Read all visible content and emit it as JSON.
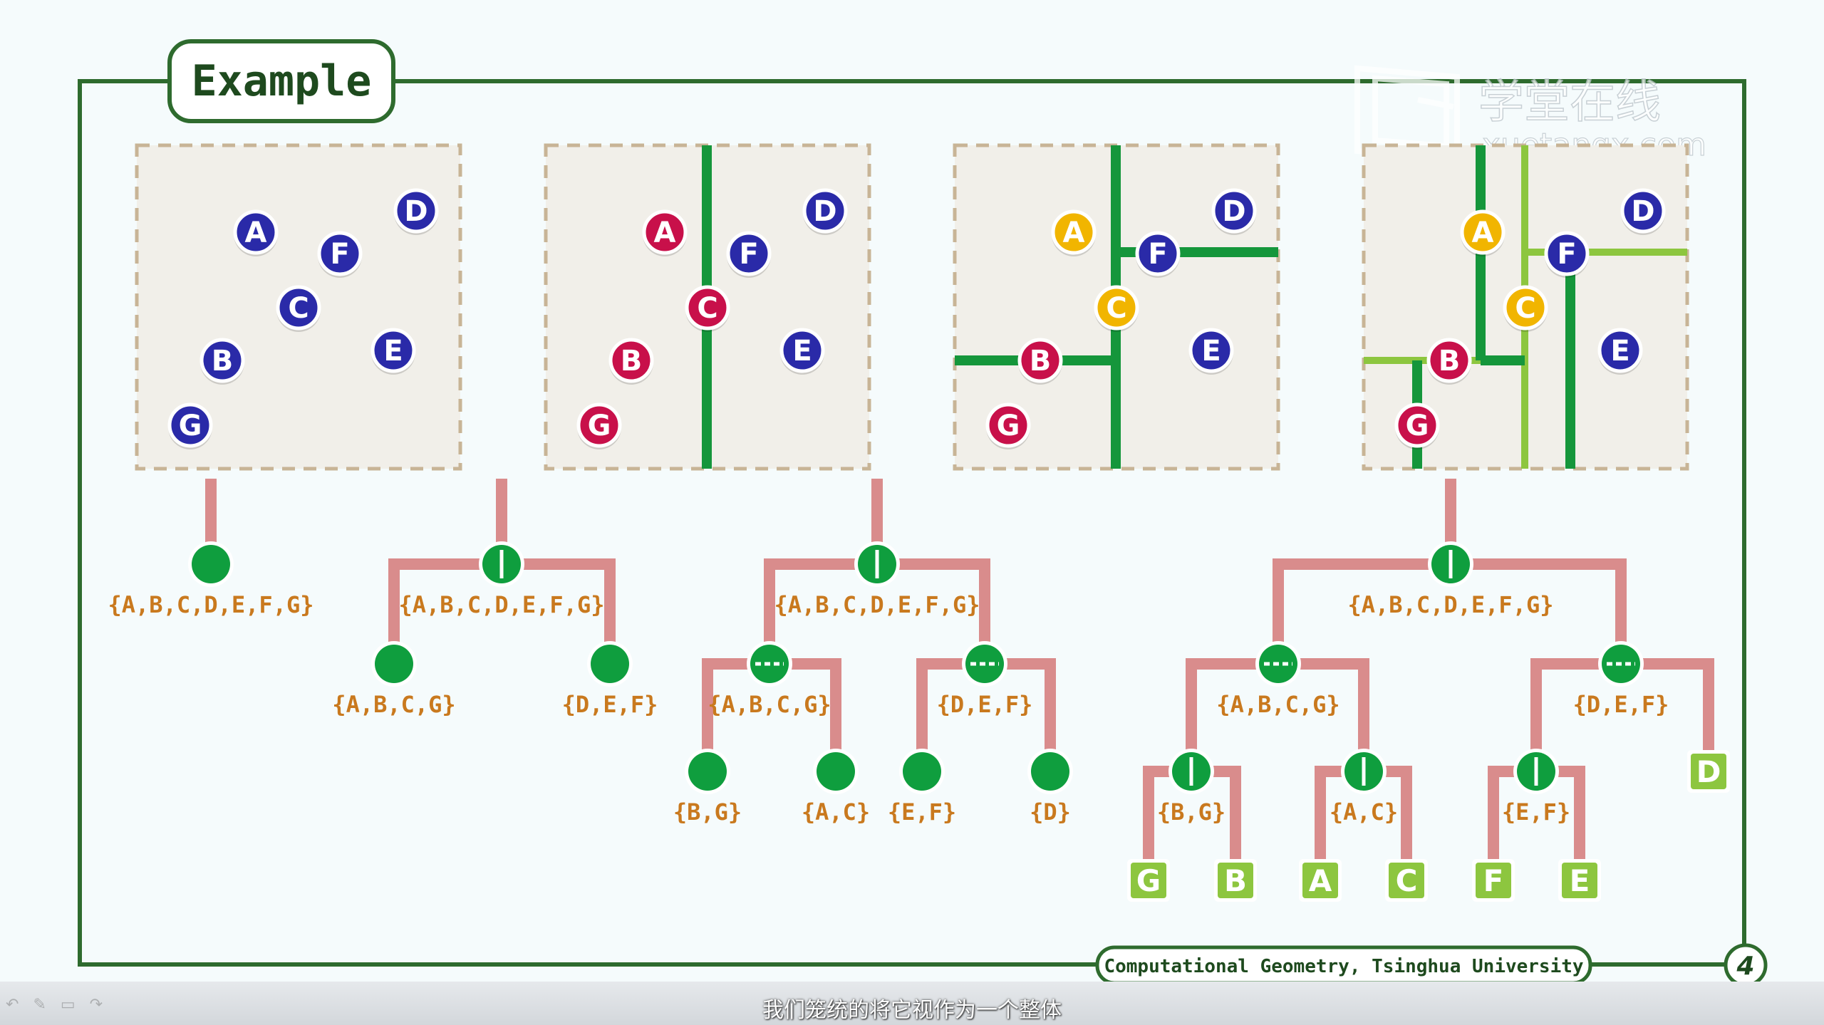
{
  "slide": {
    "title": "Example",
    "footer": "Computational Geometry, Tsinghua University",
    "page_number": "4"
  },
  "watermark": {
    "brand_cn": "学堂在线",
    "brand_url": "xuetangx.com"
  },
  "subtitle": "我们笼统的将它视作为一个整体",
  "colors": {
    "frame": "#2e6b2e",
    "panel_bg": "#f1efe9",
    "panel_border": "#c8b496",
    "point_blue": "#2a2aa8",
    "point_red": "#c8104a",
    "point_yellow": "#f1b500",
    "split_dark": "#15963b",
    "split_light": "#8dc63f",
    "tree_edge": "#d98c8c",
    "tree_node": "#0f9e3e",
    "set_text": "#c9791e",
    "leaf": "#8dc63f"
  },
  "panels": [
    {
      "points": [
        {
          "label": "A",
          "color": "blue"
        },
        {
          "label": "D",
          "color": "blue"
        },
        {
          "label": "F",
          "color": "blue"
        },
        {
          "label": "C",
          "color": "blue"
        },
        {
          "label": "B",
          "color": "blue"
        },
        {
          "label": "E",
          "color": "blue"
        },
        {
          "label": "G",
          "color": "blue"
        }
      ]
    },
    {
      "points": [
        {
          "label": "A",
          "color": "red"
        },
        {
          "label": "D",
          "color": "blue"
        },
        {
          "label": "F",
          "color": "blue"
        },
        {
          "label": "C",
          "color": "red"
        },
        {
          "label": "B",
          "color": "red"
        },
        {
          "label": "E",
          "color": "blue"
        },
        {
          "label": "G",
          "color": "red"
        }
      ]
    },
    {
      "points": [
        {
          "label": "A",
          "color": "yellow"
        },
        {
          "label": "D",
          "color": "blue"
        },
        {
          "label": "F",
          "color": "blue"
        },
        {
          "label": "C",
          "color": "yellow"
        },
        {
          "label": "B",
          "color": "red"
        },
        {
          "label": "E",
          "color": "blue"
        },
        {
          "label": "G",
          "color": "red"
        }
      ]
    },
    {
      "points": [
        {
          "label": "A",
          "color": "yellow"
        },
        {
          "label": "D",
          "color": "blue"
        },
        {
          "label": "F",
          "color": "blue"
        },
        {
          "label": "C",
          "color": "yellow"
        },
        {
          "label": "B",
          "color": "red"
        },
        {
          "label": "E",
          "color": "blue"
        },
        {
          "label": "G",
          "color": "red"
        }
      ]
    }
  ],
  "trees": [
    {
      "nodes": [
        {
          "label": "{A,B,C,D,E,F,G}",
          "kind": "node"
        }
      ]
    },
    {
      "nodes": [
        {
          "label": "{A,B,C,D,E,F,G}",
          "kind": "vsplit"
        },
        {
          "label": "{A,B,C,G}",
          "kind": "node"
        },
        {
          "label": "{D,E,F}",
          "kind": "node"
        }
      ]
    },
    {
      "nodes": [
        {
          "label": "{A,B,C,D,E,F,G}",
          "kind": "vsplit"
        },
        {
          "label": "{A,B,C,G}",
          "kind": "hsplit"
        },
        {
          "label": "{D,E,F}",
          "kind": "hsplit"
        },
        {
          "label": "{B,G}",
          "kind": "node"
        },
        {
          "label": "{A,C}",
          "kind": "node"
        },
        {
          "label": "{E,F}",
          "kind": "node"
        },
        {
          "label": "{D}",
          "kind": "node"
        }
      ]
    },
    {
      "nodes": [
        {
          "label": "{A,B,C,D,E,F,G}",
          "kind": "vsplit"
        },
        {
          "label": "{A,B,C,G}",
          "kind": "hsplit"
        },
        {
          "label": "{D,E,F}",
          "kind": "hsplit"
        },
        {
          "label": "{B,G}",
          "kind": "vsplit"
        },
        {
          "label": "{A,C}",
          "kind": "vsplit"
        },
        {
          "label": "{E,F}",
          "kind": "vsplit"
        },
        {
          "label": "D",
          "kind": "leaf"
        },
        {
          "label": "G",
          "kind": "leaf"
        },
        {
          "label": "B",
          "kind": "leaf"
        },
        {
          "label": "A",
          "kind": "leaf"
        },
        {
          "label": "C",
          "kind": "leaf"
        },
        {
          "label": "F",
          "kind": "leaf"
        },
        {
          "label": "E",
          "kind": "leaf"
        }
      ]
    }
  ]
}
